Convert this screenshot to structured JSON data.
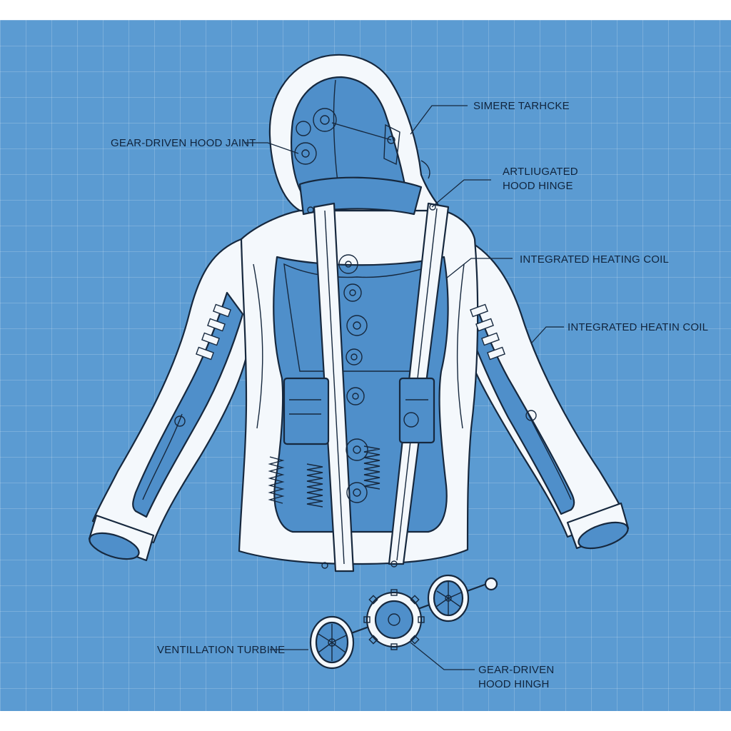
{
  "diagram": {
    "palette": {
      "background": "#5b9bd2",
      "grid": "#8cbbe3",
      "ink": "#16283e",
      "panel_white": "#f4f8fc",
      "inner_blue": "#4f8fca"
    },
    "callouts": {
      "top_right": "SIMERE TARHCKE",
      "hood_joint": "GEAR-DRIVEN HOOD JAINT",
      "hood_hinge_line1": "ARTLIUGATED",
      "hood_hinge_line2": "HOOD HINGE",
      "heating_coil_1": "INTEGRATED HEATING COIL",
      "heating_coil_2": "INTEGRATED HEATIN COIL",
      "turbine": "VENTILLATION TURBINE",
      "gear_hinge_line1": "GEAR-DRIVEN",
      "gear_hinge_line2": "HOOD HINGH"
    },
    "icons": [
      "gear-icon",
      "turbine-icon",
      "spring-icon",
      "hinge-icon"
    ]
  }
}
